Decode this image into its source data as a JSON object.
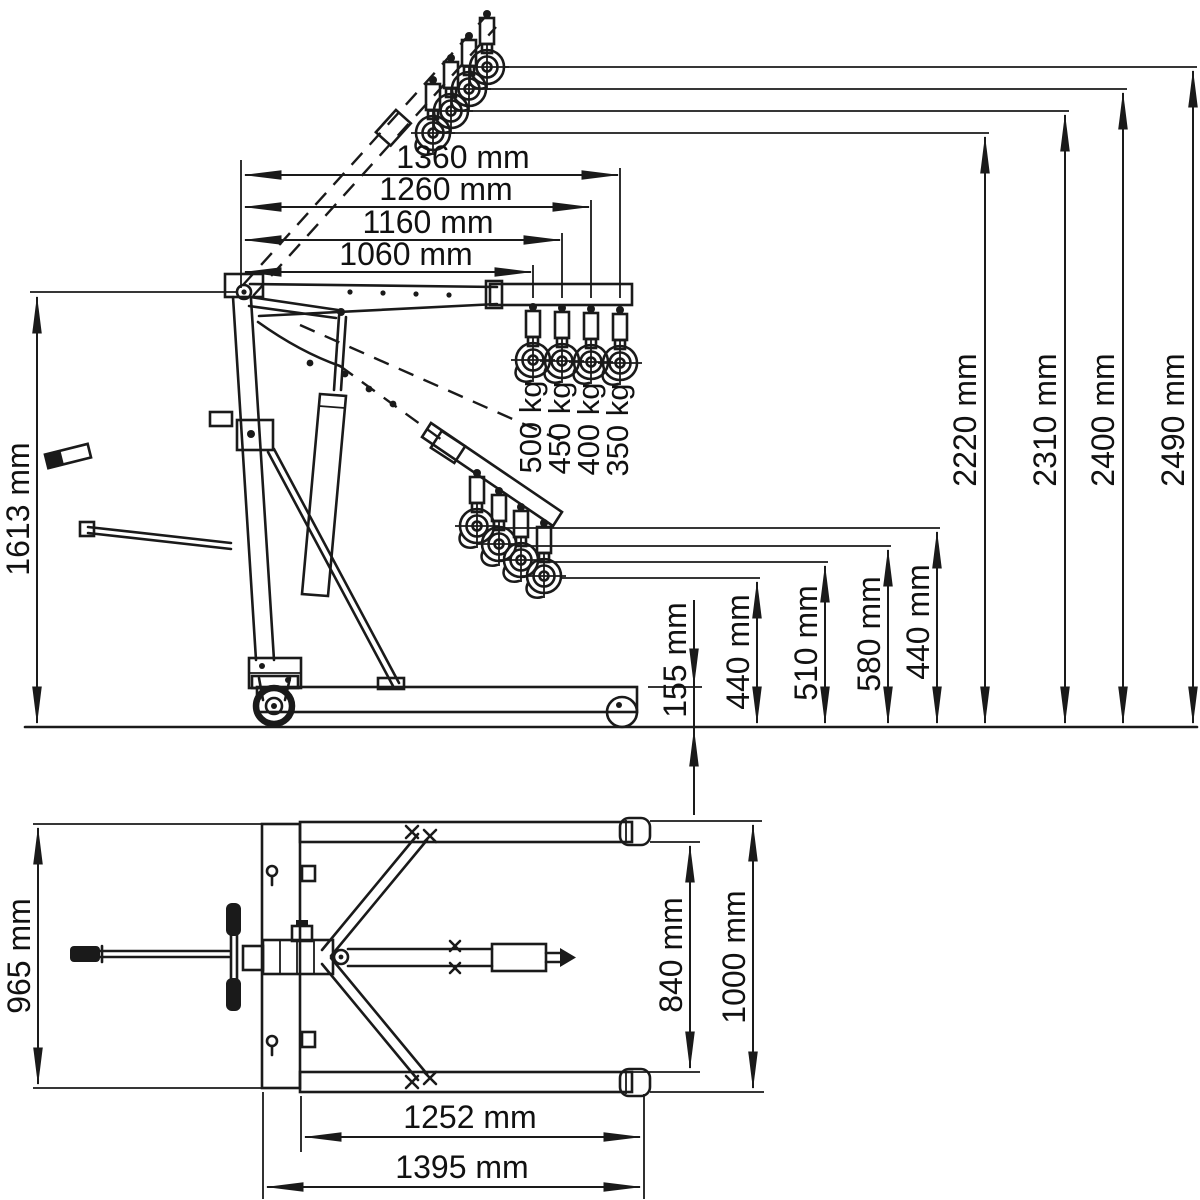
{
  "drawing": {
    "title_hidden": "",
    "line_color": "#1a1a1a",
    "boom_reach_dims": [
      "1360 mm",
      "1260 mm",
      "1160 mm",
      "1060 mm"
    ],
    "capacity_labels": [
      "500 kg",
      "450 kg",
      "400 kg",
      "350 kg"
    ],
    "max_height_dims": [
      "2220 mm",
      "2310 mm",
      "2400 mm",
      "2490 mm"
    ],
    "lowered_hook_dims": [
      "440 mm",
      "510 mm",
      "580 mm",
      "440 mm"
    ],
    "chassis_clearance": "155 mm",
    "mast_height": "1613 mm",
    "base_outer_width": "965 mm",
    "legs_inner_width": "840 mm",
    "legs_outer_width": "1000 mm",
    "leg_length": "1252 mm",
    "overall_length": "1395 mm"
  }
}
